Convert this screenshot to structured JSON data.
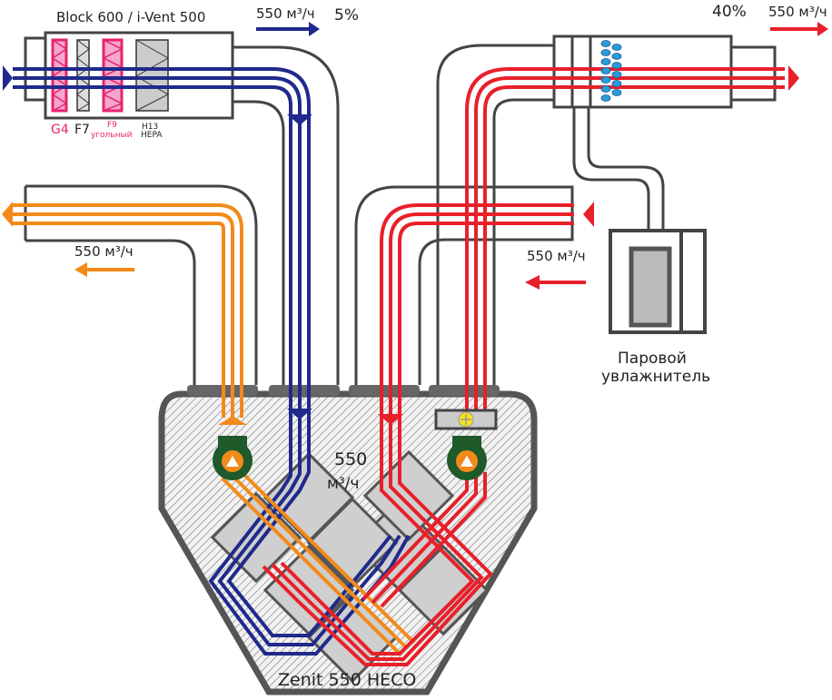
{
  "unit_title": "Block 600 / i-Vent 500",
  "filters": [
    {
      "label": "G4",
      "sub": "",
      "color": "#e6246e"
    },
    {
      "label": "F7",
      "sub": "",
      "color": "#222222"
    },
    {
      "label": "F9",
      "sub": "угольный",
      "color": "#e6246e"
    },
    {
      "label": "H13",
      "sub": "HEPA",
      "color": "#222222"
    }
  ],
  "flows": {
    "outdoor_intake": {
      "rate": "550 м³/ч",
      "extra": "5%"
    },
    "exhaust": {
      "rate": "550 м³/ч"
    },
    "supply": {
      "rate": "550 м³/ч",
      "extra": "40%"
    },
    "extract": {
      "rate": "550 м³/ч"
    },
    "recuperator": {
      "rate_value": "550",
      "rate_unit": "м³/ч"
    }
  },
  "humidifier": {
    "line1": "Паровой",
    "line2": "увлажнитель"
  },
  "recuperator_name": "Zenit 550 HECO",
  "colors": {
    "outdoor": "#1f2a8c",
    "exhaust": "#f28a1a",
    "supply": "#e8202a",
    "duct_outline": "#444444",
    "unit_fill": "#cccccc",
    "fan_body": "#1e5a2a",
    "water": "#2a9ad8"
  }
}
